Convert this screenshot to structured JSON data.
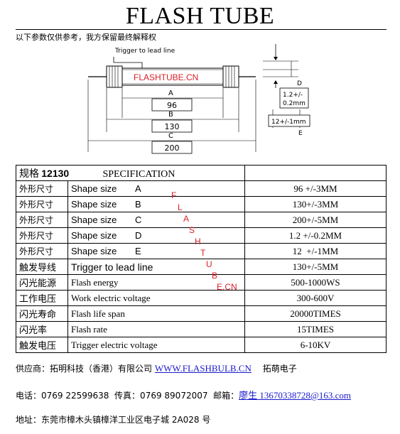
{
  "title": "FLASH TUBE",
  "note": "以下参数仅供参考，我方保留最终解释权",
  "diagram": {
    "trigger_label": "Trigger to lead line",
    "watermark": "FLASHTUBE.CN",
    "dim_a_letter": "A",
    "dim_a_value": "96",
    "dim_b_letter": "B",
    "dim_b_value": "130",
    "dim_c_letter": "C",
    "dim_c_value": "200",
    "dim_d_letter": "D",
    "dim_d_value_1": "1.2+/-",
    "dim_d_value_2": "0.2mm",
    "dim_e_letter": "E",
    "dim_e_value": "12+/-1mm"
  },
  "spec": {
    "header_cn": "规格",
    "model": "12130",
    "header_en": "SPECIFICATION",
    "rows": [
      {
        "cn": "外形尺寸",
        "en": "Shape size",
        "letter": "A",
        "value": "96 +/-3MM"
      },
      {
        "cn": "外形尺寸",
        "en": "Shape size",
        "letter": "B",
        "value": "130+/-3MM"
      },
      {
        "cn": "外形尺寸",
        "en": "Shape size",
        "letter": "C",
        "value": "200+/-5MM"
      },
      {
        "cn": "外形尺寸",
        "en": "Shape size",
        "letter": "D",
        "value": "1.2 +/-0.2MM"
      },
      {
        "cn": "外形尺寸",
        "en": "Shape size",
        "letter": "E",
        "value": "12  +/-1MM"
      },
      {
        "cn": "触发导线",
        "en": "Trigger to lead line",
        "letter": "",
        "value": "130+/-5MM"
      },
      {
        "cn": "闪光能源",
        "en": "Flash energy",
        "letter": "",
        "value": "500-1000WS"
      },
      {
        "cn": "工作电压",
        "en": "Work electric voltage",
        "letter": "",
        "value": "300-600V"
      },
      {
        "cn": "闪光寿命",
        "en": "Flash life span",
        "letter": "",
        "value": "20000TIMES"
      },
      {
        "cn": "闪光率",
        "en": "Flash rate",
        "letter": "",
        "value": "15TIMES"
      },
      {
        "cn": "触发电压",
        "en": "Trigger electric voltage",
        "letter": "",
        "value": "6-10KV"
      }
    ]
  },
  "watermark_letters": [
    "F",
    "L",
    "A",
    "S",
    "H",
    "T",
    "U",
    "B",
    "E.CN"
  ],
  "footer": {
    "supplier_prefix": "供应商：拓明科技（香港）有限公司",
    "supplier_link": "WWW.FLASHBULB.CN",
    "supplier_suffix": "拓萌电子",
    "contact_prefix": "电话：0769 22599638  传真：0769 89072007  邮箱：",
    "contact_link": "廖生 13670338728@163.com",
    "address": "地址：东莞市樟木头镇樟洋工业区电子城 2A028 号"
  }
}
